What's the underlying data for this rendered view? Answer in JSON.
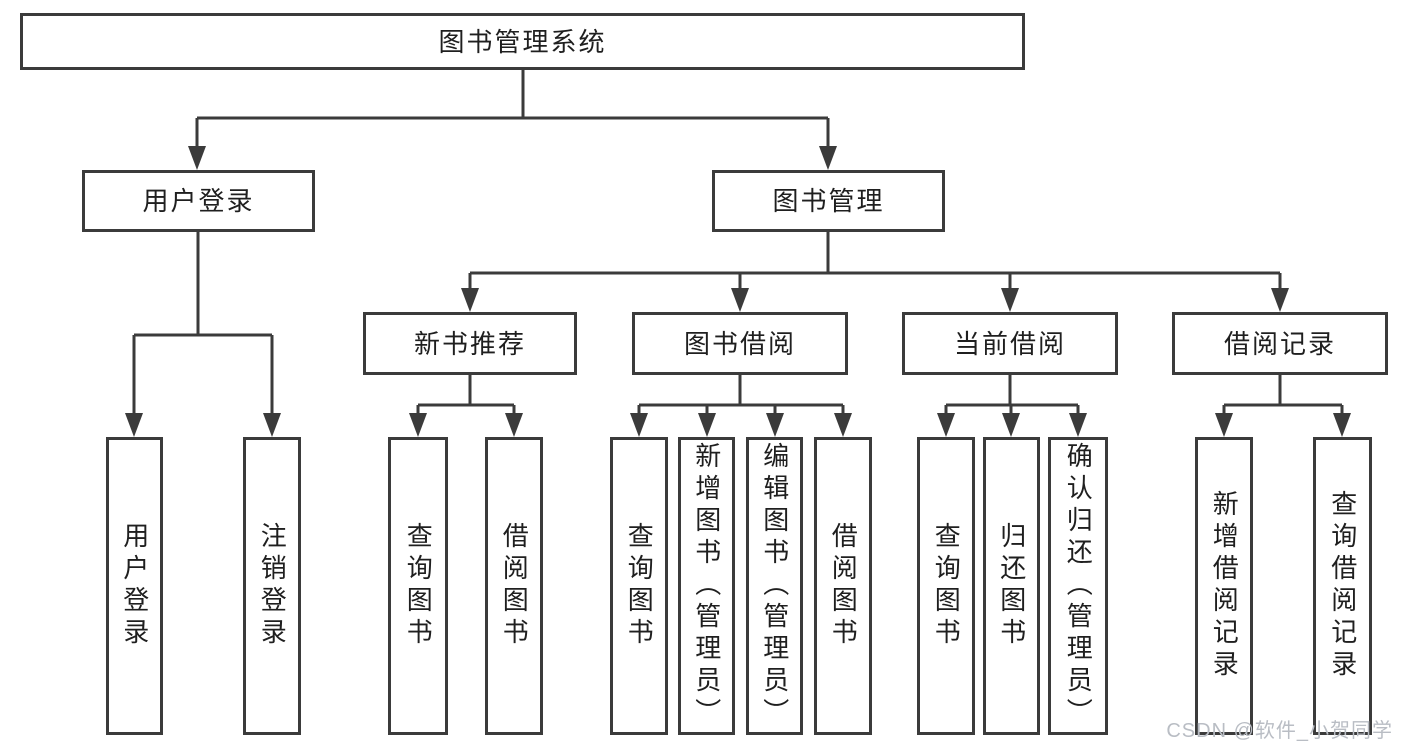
{
  "diagram_type": "hierarchy-tree",
  "colors": {
    "line": "#3b3b3b",
    "box_border": "#3b3b3b",
    "text": "#1f1f1f",
    "background": "#ffffff",
    "watermark": "#b9bdc4"
  },
  "watermark": {
    "text": "CSDN @软件_小贺同学"
  },
  "tree": {
    "label": "图书管理系统",
    "children": [
      {
        "label": "用户登录",
        "children": [
          {
            "label": "用户登录"
          },
          {
            "label": "注销登录"
          }
        ]
      },
      {
        "label": "图书管理",
        "children": [
          {
            "label": "新书推荐",
            "children": [
              {
                "label": "查询图书"
              },
              {
                "label": "借阅图书"
              }
            ]
          },
          {
            "label": "图书借阅",
            "children": [
              {
                "label": "查询图书"
              },
              {
                "label": "新增图书（管理员）"
              },
              {
                "label": "编辑图书（管理员）"
              },
              {
                "label": "借阅图书"
              }
            ]
          },
          {
            "label": "当前借阅",
            "children": [
              {
                "label": "查询图书"
              },
              {
                "label": "归还图书"
              },
              {
                "label": "确认归还（管理员）"
              }
            ]
          },
          {
            "label": "借阅记录",
            "children": [
              {
                "label": "新增借阅记录"
              },
              {
                "label": "查询借阅记录"
              }
            ]
          }
        ]
      }
    ]
  }
}
